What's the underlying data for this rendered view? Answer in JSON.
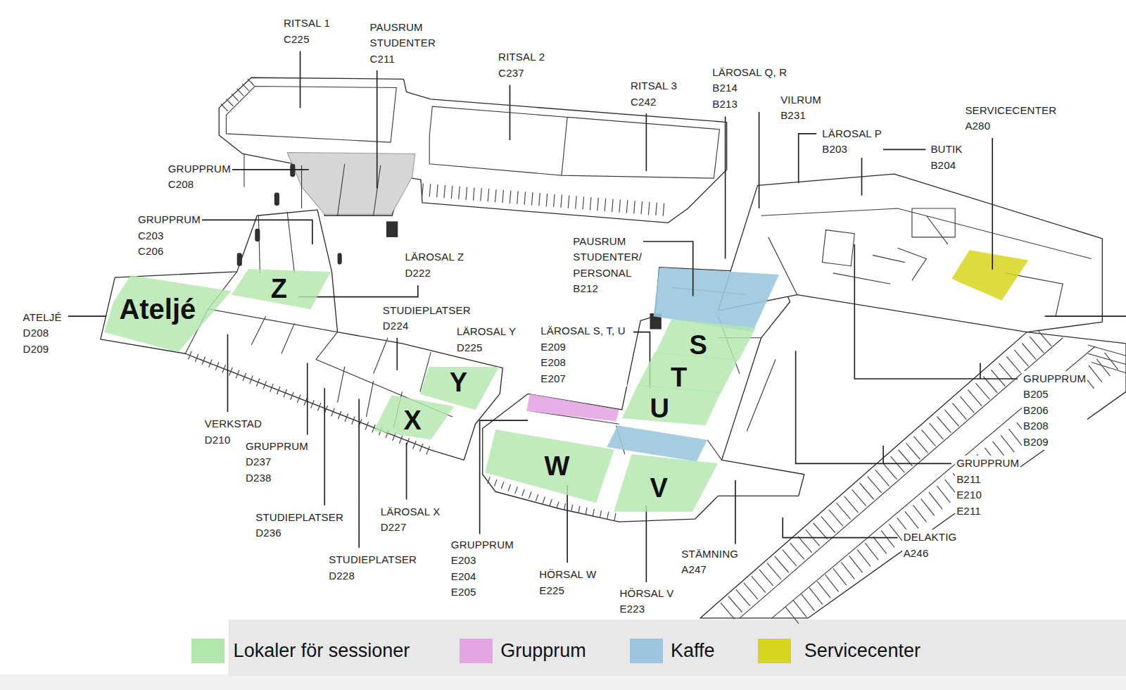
{
  "diagram": {
    "nodes": [
      {
        "text": [
          "Ateljé"
        ]
      },
      {
        "text": [
          "Z"
        ]
      },
      {
        "text": [
          "Y"
        ]
      },
      {
        "text": [
          "X"
        ]
      },
      {
        "text": [
          "S"
        ]
      },
      {
        "text": [
          "T"
        ]
      },
      {
        "text": [
          "U"
        ]
      },
      {
        "text": [
          "W"
        ]
      },
      {
        "text": [
          "V"
        ]
      }
    ],
    "labels": [
      "RITSAL 1 C225",
      "PAUSRUM STUDENTER C211",
      "RITSAL 2 C237",
      "RITSAL 3 C242",
      "LÄROSAL Q, R B214 B213",
      "VILRUM B231",
      "SERVICECENTER A280",
      "LÄROSAL P B203",
      "BUTIK B204",
      "GRUPPRUM C208",
      "GRUPPRUM C203 C206",
      "PAUSRUM STUDENTER/ PERSONAL B212",
      "LÄROSAL Z D222",
      "STUDIEPLATSER D224",
      "ATELJÉ D208 D209",
      "LÄROSAL S, T, U E209 E208 E207",
      "LÄROSAL Y D225",
      "GRUPPRUM B205 B206 B208 B209",
      "VERKSTAD D210",
      "GRUPPRUM D237 D238",
      "GRUPPRUM B211 E210 E211",
      "LÄROSAL X D227",
      "STUDIEPLATSER D236",
      "DELAKTIG A246",
      "GRUPPRUM E203 E204 E205",
      "STÄMNING A247",
      "STUDIEPLATSER D228",
      "HÖRSAL W E225",
      "HÖRSAL V E223"
    ],
    "legend": [
      {
        "text": "Lokaler för sessioner",
        "color": "#b3e6ad"
      },
      {
        "text": "Grupprum",
        "color": "#e3a6e3"
      },
      {
        "text": "Kaffe",
        "color": "#9cc6de"
      },
      {
        "text": "Servicecenter",
        "color": "#d6d61e"
      }
    ]
  }
}
